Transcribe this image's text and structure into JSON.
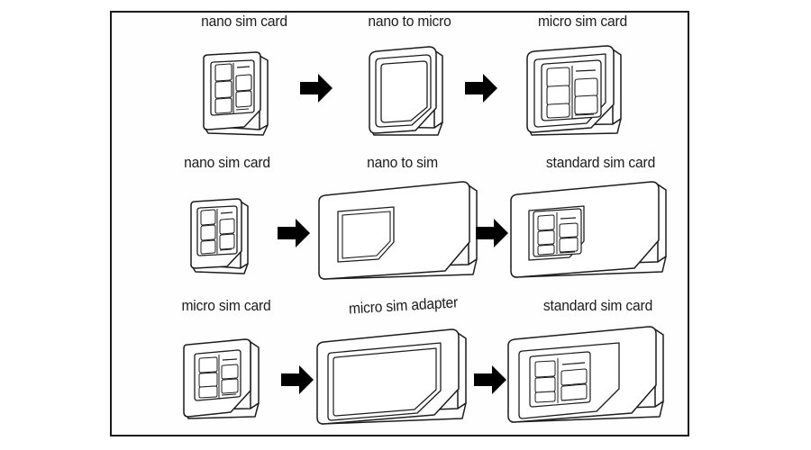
{
  "figure": {
    "title": "sim card adapter conversion chart",
    "background_color": "#ffffff",
    "frame_color": "#1a1a1a",
    "line_color": "#1c1c1c",
    "arrow_color": "#000000",
    "text_color": "#1c1c1c"
  },
  "rows": [
    {
      "id": "row-nano-to-micro",
      "items": [
        {
          "label": "nano sim card",
          "art": "nano-sim-card",
          "tilt": false
        },
        {
          "label": "nano to micro",
          "art": "nano-to-micro-adapter",
          "tilt": false
        },
        {
          "label": "micro sim card",
          "art": "micro-sim-card",
          "tilt": false
        }
      ],
      "arrows": [
        "arrow-right",
        "arrow-right"
      ]
    },
    {
      "id": "row-nano-to-sim",
      "items": [
        {
          "label": "nano sim card",
          "art": "nano-sim-card",
          "tilt": false
        },
        {
          "label": "nano to sim",
          "art": "nano-to-sim-adapter",
          "tilt": false
        },
        {
          "label": "standard sim card",
          "art": "standard-sim-card-nano",
          "tilt": false
        }
      ],
      "arrows": [
        "arrow-right",
        "arrow-right"
      ]
    },
    {
      "id": "row-micro-to-sim",
      "items": [
        {
          "label": "micro sim card",
          "art": "micro-sim-card-small",
          "tilt": false
        },
        {
          "label": "micro sim adapter",
          "art": "micro-sim-adapter",
          "tilt": true
        },
        {
          "label": "standard sim card",
          "art": "standard-sim-card-micro",
          "tilt": false
        }
      ],
      "arrows": [
        "arrow-right",
        "arrow-right"
      ]
    }
  ]
}
